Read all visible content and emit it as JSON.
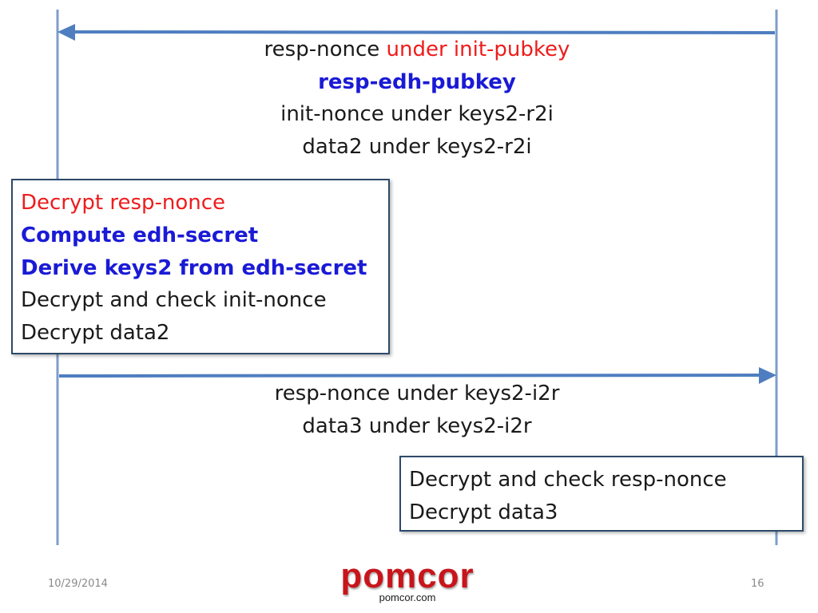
{
  "message_1": {
    "line_1_plain": "resp-nonce",
    "line_1_red": "under init-pubkey",
    "line_2": "resp-edh-pubkey",
    "line_3": "init-nonce under keys2-r2i",
    "line_4": "data2 under keys2-r2i"
  },
  "initiator_box": {
    "line_1": "Decrypt resp-nonce",
    "line_2": "Compute edh-secret",
    "line_3": "Derive keys2 from edh-secret",
    "line_4": "Decrypt and check init-nonce",
    "line_5": "Decrypt data2"
  },
  "message_2": {
    "line_1": "resp-nonce under keys2-i2r",
    "line_2": "data3 under keys2-i2r"
  },
  "responder_box": {
    "line_1": "Decrypt and check resp-nonce",
    "line_2": "Decrypt data3"
  },
  "footer": {
    "date": "10/29/2014",
    "page": "16",
    "logo_name": "pomcor",
    "logo_url": "pomcor.com"
  },
  "colors": {
    "lifeline": "#7e9ecb",
    "arrow": "#4f7ec0",
    "red_text": "#ee1c1c",
    "blue_text": "#1a1ad6",
    "box_border": "#2d4a6a",
    "logo_red": "#c8151b"
  }
}
